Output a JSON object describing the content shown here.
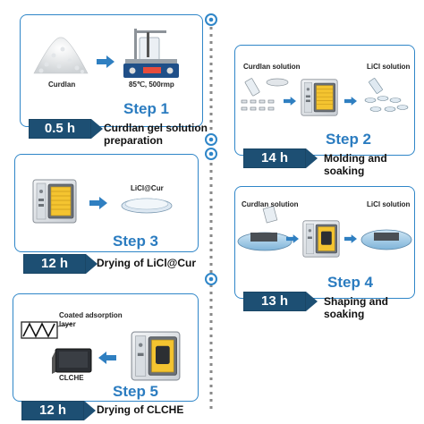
{
  "steps": [
    {
      "step": "Step 1",
      "time": "0.5 h",
      "desc_line1": "Curdlan gel solution",
      "desc_line2": "preparation"
    },
    {
      "step": "Step 2",
      "time": "14 h",
      "desc_line1": "Molding and",
      "desc_line2": "soaking"
    },
    {
      "step": "Step 3",
      "time": "12 h",
      "desc_line1": "Drying of LiCl@Cur",
      "desc_line2": ""
    },
    {
      "step": "Step 4",
      "time": "13 h",
      "desc_line1": "Shaping and",
      "desc_line2": "soaking"
    },
    {
      "step": "Step 5",
      "time": "12 h",
      "desc_line1": "Drying of CLCHE",
      "desc_line2": ""
    }
  ],
  "labels": {
    "curdlan": "Curdlan",
    "condition": "85℃, 500rmp",
    "curdlan_solution": "Curdlan solution",
    "licl_solution": "LiCl solution",
    "licl_cur": "LiCl@Cur",
    "coated_layer_line1": "Coated adsorption",
    "coated_layer_line2": "layer",
    "clche": "CLCHE"
  },
  "colors": {
    "accent": "#2f86c8",
    "badge": "#1d4f73",
    "timeline": "#7a7a7a"
  },
  "icons": [
    "powder-pile-icon",
    "hot-plate-stirrer-icon",
    "molds-icon",
    "oven-icon",
    "petri-dish-icon",
    "solution-bath-icon",
    "heat-exchanger-icon",
    "arrow-icon"
  ]
}
